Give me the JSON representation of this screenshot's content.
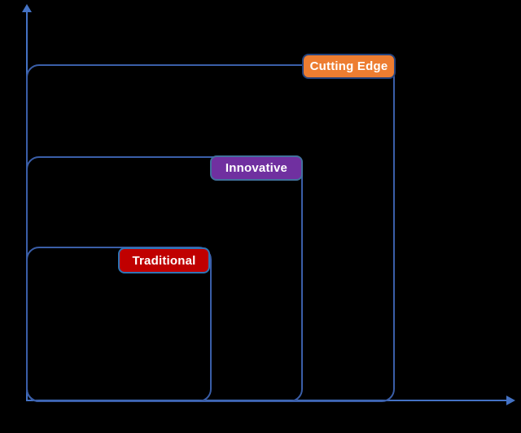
{
  "diagram": {
    "background_color": "#000000",
    "axis": {
      "color": "#4472C4"
    },
    "region_border_color": "#3A5EA8",
    "levels": [
      {
        "label": "Traditional",
        "fill": "#C00000",
        "border": "#2E74B5"
      },
      {
        "label": "Innovative",
        "fill": "#7030A0",
        "border": "#41719C"
      },
      {
        "label": "Cutting Edge",
        "fill": "#ED7D31",
        "border": "#24437E"
      }
    ]
  }
}
